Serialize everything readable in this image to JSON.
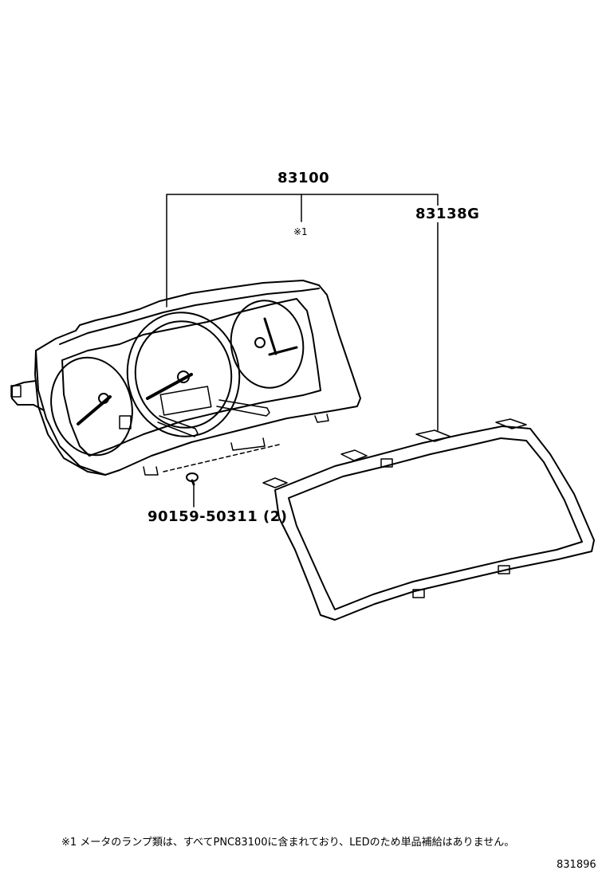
{
  "labels": {
    "part_meter_assy": "83100",
    "note_mark": "※1",
    "part_gasket": "83138G",
    "part_screw": "90159-50311 (2)"
  },
  "footnote": "※1 メータのランプ類は、すべてPNC83100に含まれており、LEDのため単品補給はありません。",
  "illustration_id": "831896",
  "colors": {
    "line": "#000000",
    "background": "#ffffff"
  }
}
